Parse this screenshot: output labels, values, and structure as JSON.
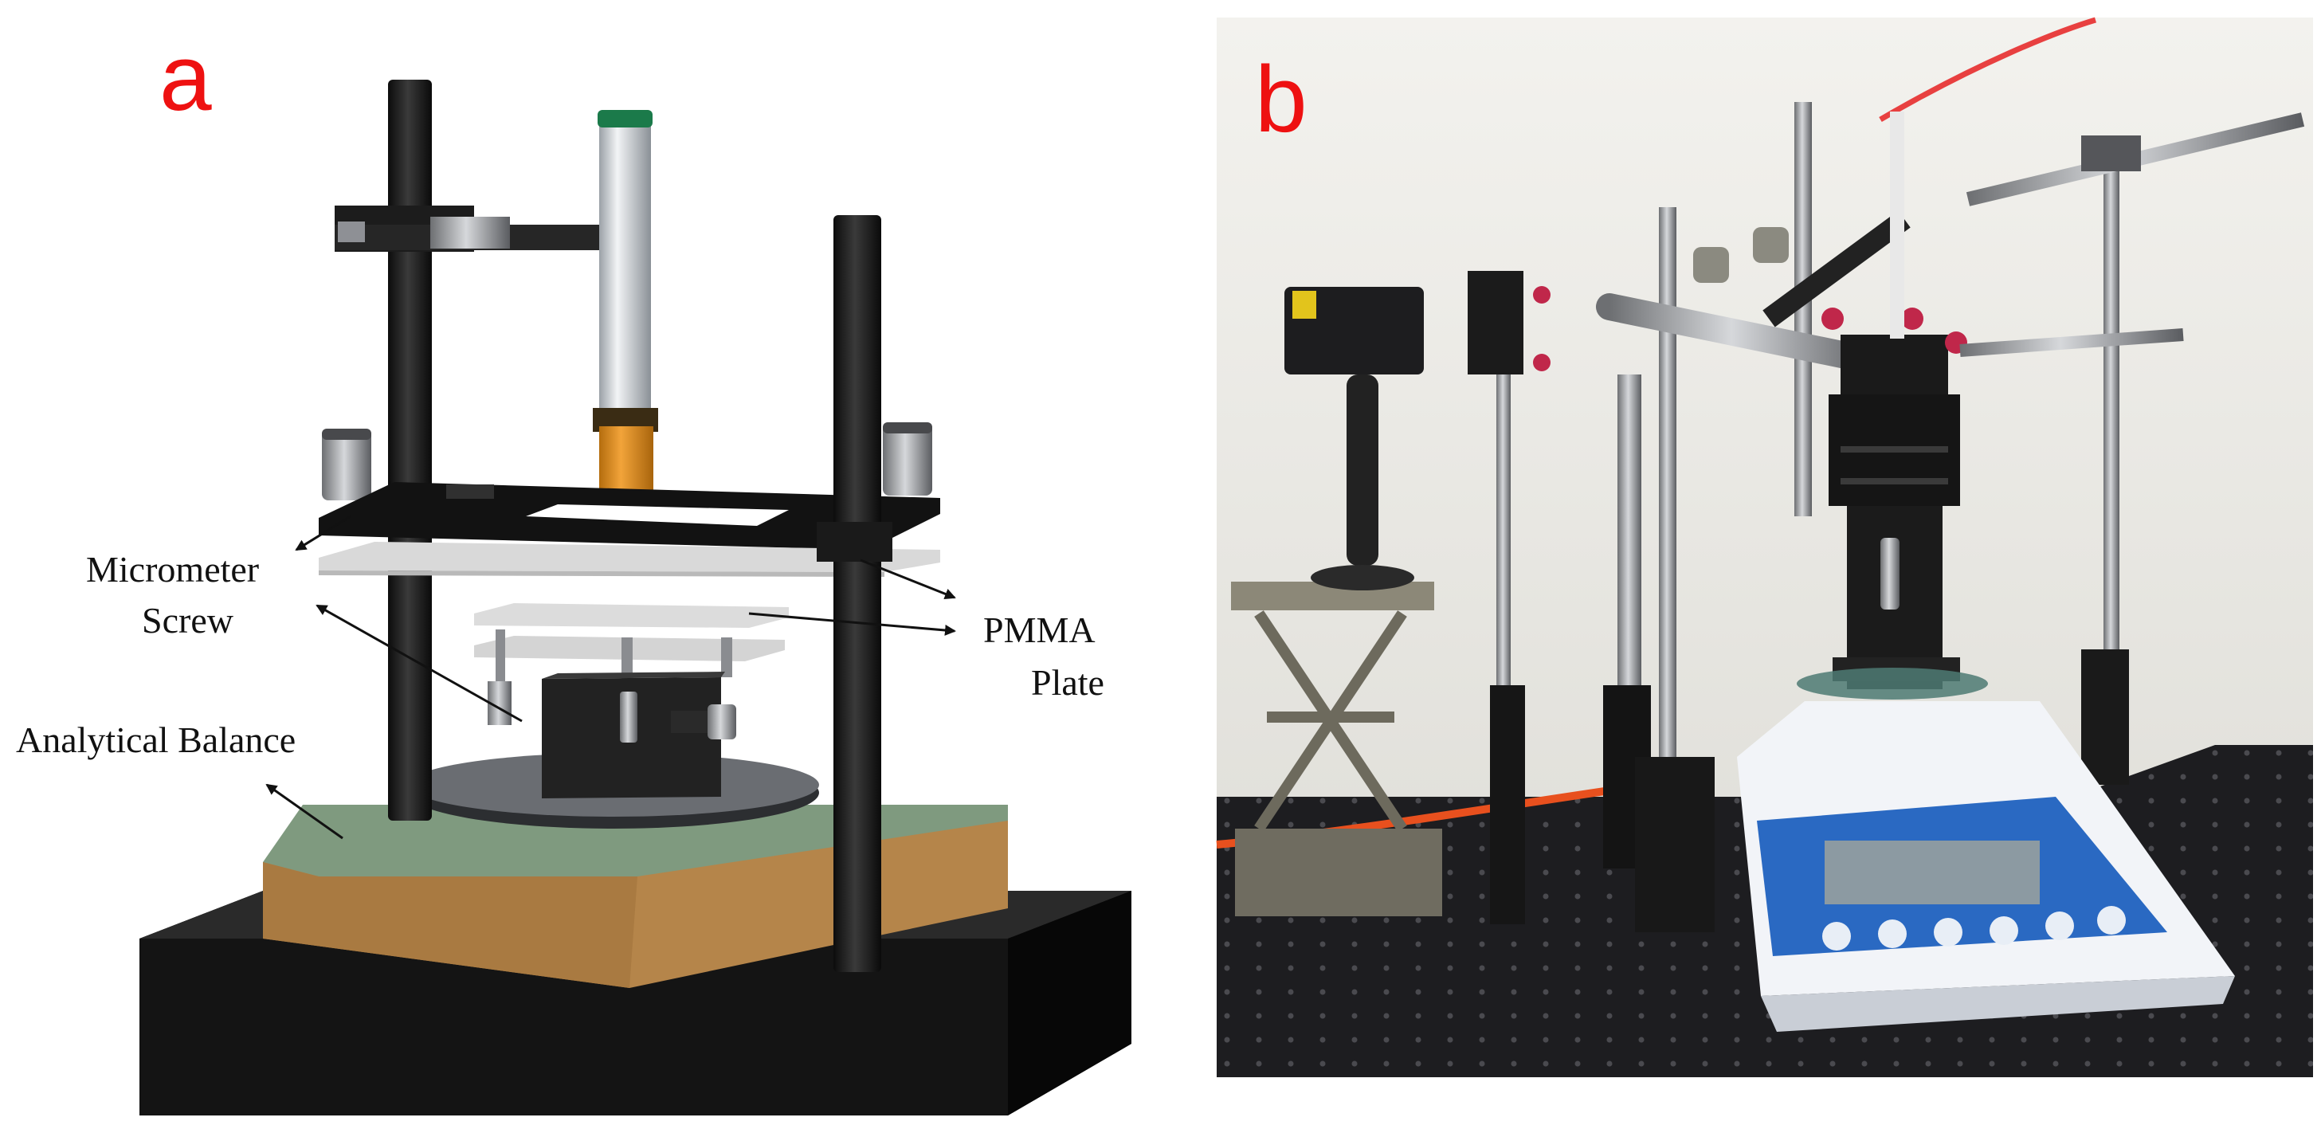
{
  "panel_a": {
    "letter": "a",
    "labels": {
      "micrometer_line1": "Micrometer",
      "micrometer_line2": "Screw",
      "pmma_line1": "PMMA",
      "pmma_line2": "Plate",
      "balance": "Analytical Balance"
    }
  },
  "panel_b": {
    "letter": "b"
  },
  "colors": {
    "letter_red": "#ee1111",
    "rod_black": "#1c1c1c",
    "base_black": "#141414",
    "balance_brown": "#b5854a",
    "balance_green": "#7f9a7f",
    "tube_gray": "#cfd2d6",
    "coupler_orange": "#d98a1a",
    "cap_green": "#1b7a4a",
    "plate_gray": "#d9d9d9",
    "photo_wall": "#ecebe6",
    "breadboard": "#1d1d20",
    "balance_white": "#f2f4f8",
    "balance_blue": "#2a69c2"
  }
}
